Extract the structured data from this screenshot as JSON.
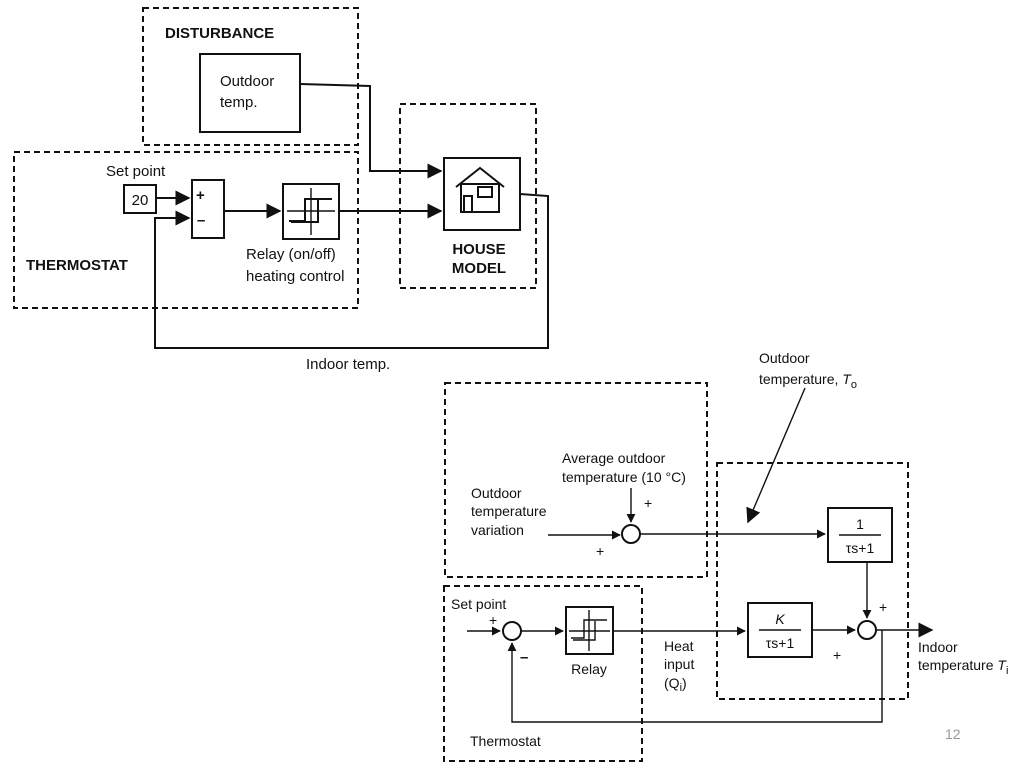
{
  "top": {
    "disturbance_title": "DISTURBANCE",
    "outdoor_line1": "Outdoor",
    "outdoor_line2": "temp.",
    "setpoint_label": "Set point",
    "setpoint_value": "20",
    "plus": "+",
    "minus": "–",
    "thermostat_title": "THERMOSTAT",
    "relay_line1": "Relay (on/off)",
    "relay_line2": "heating control",
    "house_line1": "HOUSE",
    "house_line2": "MODEL",
    "indoor_label": "Indoor temp."
  },
  "bottom": {
    "outdoor_T_line1": "Outdoor",
    "outdoor_T_line2": "temperature, ",
    "outdoor_T_sym": "T",
    "outdoor_T_sub": "o",
    "avg_line1": "Average outdoor",
    "avg_line2": "temperature (10 °C)",
    "variation_line1": "Outdoor",
    "variation_line2": "temperature",
    "variation_line3": "variation",
    "plus": "+",
    "minus": "–",
    "tf1_num": "1",
    "tf1_den": "τs+1",
    "tfk_num": "K",
    "tfk_den": "τs+1",
    "setpoint_label": "Set point",
    "relay_label": "Relay",
    "heat_line1": "Heat",
    "heat_line2": "input",
    "heat_line3_pre": "(Q",
    "heat_line3_sub": "i",
    "heat_line3_post": ")",
    "indoor_line1": "Indoor",
    "indoor_line2": "temperature ",
    "indoor_sym": "T",
    "indoor_sub": "i",
    "thermostat_label": "Thermostat"
  },
  "page_number": "12"
}
